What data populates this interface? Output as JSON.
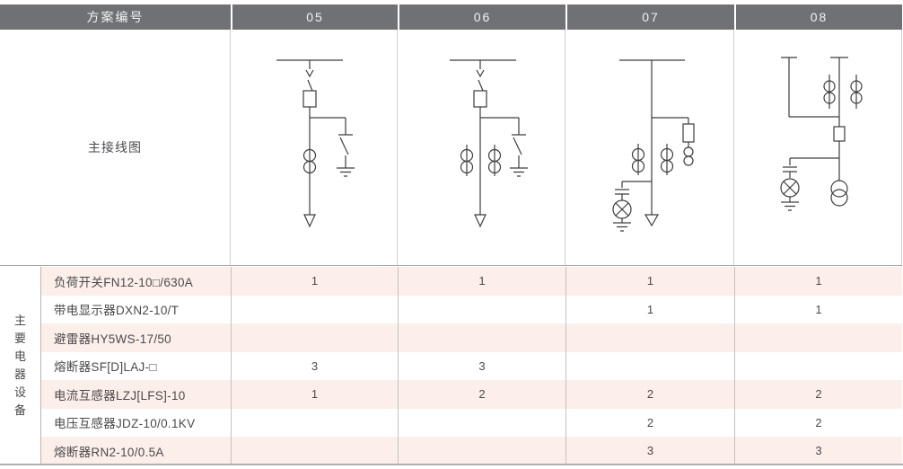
{
  "header": {
    "scheme_no_label": "方案编号",
    "scheme_numbers": [
      "05",
      "06",
      "07",
      "08"
    ]
  },
  "diagram_section": {
    "row_label": "主接线图",
    "diagrams": [
      {
        "scheme": "05",
        "symbols": "busbar, load-switch with fuse, right earthing-switch branch, current-transformer, cable feeder arrow"
      },
      {
        "scheme": "06",
        "symbols": "busbar, load-switch with fuse, right earthing-switch branch, two current-transformers, cable feeder arrow"
      },
      {
        "scheme": "07",
        "symbols": "busbar, two current-transformers, fuse feeding voltage-transformer branch, live-display (capacitor-lamp-earth), cable feeder arrow"
      },
      {
        "scheme": "08",
        "symbols": "two incoming bars, two current-transformers, fuse, live-display (capacitor-lamp-earth), voltage-transformer"
      }
    ]
  },
  "equipment_section": {
    "vertical_label": "主要电器设备",
    "rows": [
      {
        "name": "负荷开关FN12-10□/630A",
        "values": [
          "1",
          "1",
          "1",
          "1"
        ]
      },
      {
        "name": "带电显示器DXN2-10/T",
        "values": [
          "",
          "",
          "1",
          "1"
        ]
      },
      {
        "name": "避雷器HY5WS-17/50",
        "values": [
          "",
          "",
          "",
          ""
        ]
      },
      {
        "name": "熔断器SF[D]LAJ-□",
        "values": [
          "3",
          "3",
          "",
          ""
        ]
      },
      {
        "name": "电流互感器LZJ[LFS]-10",
        "values": [
          "1",
          "2",
          "2",
          "2"
        ]
      },
      {
        "name": "电压互感器JDZ-10/0.1KV",
        "values": [
          "",
          "",
          "2",
          "2"
        ]
      },
      {
        "name": "熔断器RN2-10/0.5A",
        "values": [
          "",
          "",
          "3",
          "3"
        ]
      }
    ]
  },
  "colors": {
    "header_bg": "#707175",
    "header_text": "#f2f2f2",
    "row_pink": "#fcefe9",
    "row_white": "#ffffff",
    "grid_line": "#c2c2c2",
    "heavy_line": "#a9a9a9",
    "text": "#4a4a4d",
    "diagram_stroke": "#3d3d3d"
  }
}
